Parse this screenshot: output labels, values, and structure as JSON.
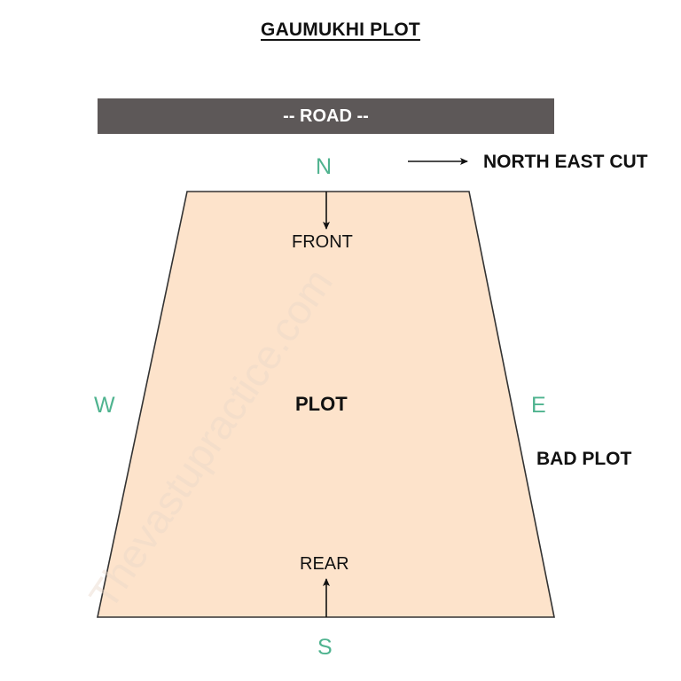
{
  "title": "GAUMUKHI PLOT",
  "road": {
    "label": "-- ROAD --",
    "color": "#5d5858"
  },
  "compass": {
    "north": "N",
    "south": "S",
    "east": "E",
    "west": "W",
    "color": "#4fb38f"
  },
  "plot": {
    "label": "PLOT",
    "front_label": "FRONT",
    "rear_label": "REAR",
    "fill": "#fde3cb",
    "stroke": "#333333",
    "shape": "trapezoid-narrow-front-wide-rear"
  },
  "annotations": {
    "north_east_cut": "NORTH EAST CUT",
    "verdict": "BAD PLOT"
  },
  "watermark": "Thevastupractice.com"
}
